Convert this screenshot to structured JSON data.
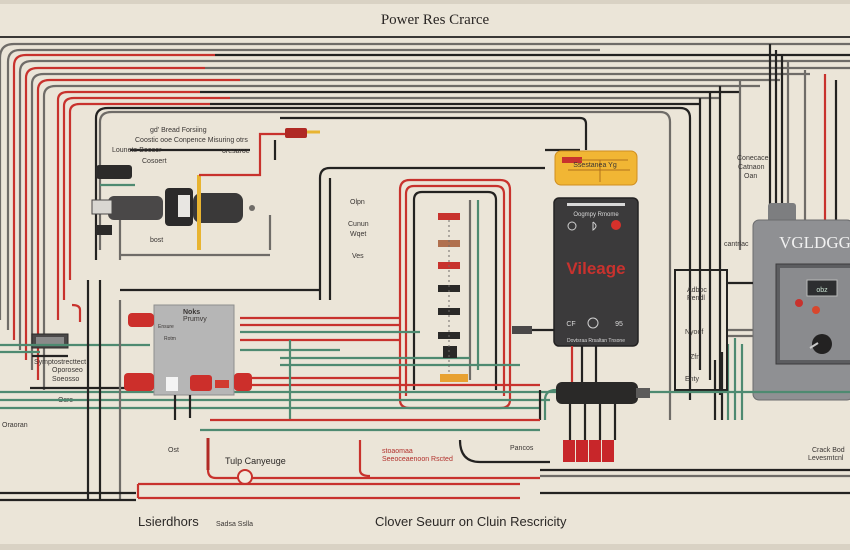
{
  "diagram": {
    "title": "Power Res Crarce",
    "colors": {
      "background": "#ebe5d8",
      "wire_black": "#232221",
      "wire_red": "#c8322d",
      "wire_green": "#4e8a71",
      "wire_grey": "#6f6c68",
      "meter_body": "#8f9093",
      "control_panel": "#3b3a3b",
      "relay_box": "#b6b6b6",
      "fuse_yellow": "#f1b634"
    },
    "labels": {
      "sensor_top_1": "gd' Bread Forsiing",
      "sensor_top_2": "Coostic ooe Conpence Misuring otrs",
      "sensor_top_3": "Lounete Beosor",
      "sensor_top_4": "Cosoert",
      "sensor_right": "oresaroe",
      "sensor_bottom": "bost",
      "mid_top": "Olpn",
      "mid_1": "Cunun",
      "mid_2": "Wqet",
      "mid_3": "Ves",
      "right_top_1": "Conecace",
      "right_top_2": "Catnaon",
      "right_top_3": "Oan",
      "right_side_1": "Adboc",
      "right_side_2": "Pendl",
      "right_side_3": "Nyoof",
      "right_side_4": "Zfn",
      "right_side_5": "Enty",
      "right_wire": "cantrlac",
      "left_box_1": "Symptostrecttect",
      "left_box_2": "Oporoseo",
      "left_box_3": "Soeosso",
      "left_bottom_1": "Osro",
      "left_bottom_2": "Oraoran",
      "relay_box_1": "Noks",
      "relay_box_2": "Prumvy",
      "relay_box_3": "Ensure",
      "relay_box_4": "Rotm",
      "relay_under": "Ost",
      "bottom_mid_red": "Seeoceaenoon Rscted",
      "bottom_mid_red_top": "stoaomaa",
      "bottom_right_small": "Pancos",
      "far_right_1": "Crack Bod",
      "far_right_2": "Levesmtcnl"
    },
    "control_panel": {
      "header": "Oogmpy Rmome",
      "brand": "Vileage",
      "left_value": "CF",
      "right_value": "95",
      "footer": "Dovtsraa Rrsaltan Tnsone"
    },
    "fuse_block": {
      "label": "Ssestanea Yg"
    },
    "voltmeter": {
      "brand": "VGLDGG",
      "display": "obz"
    },
    "captions": {
      "bottom_left": "Lsierdhors",
      "bottom_left_small": "Sadsa Sslla",
      "bottom_center": "Clover Seuurr on Cluin Rescricity",
      "bottom_connector": "Tulp Canyeuge"
    }
  }
}
